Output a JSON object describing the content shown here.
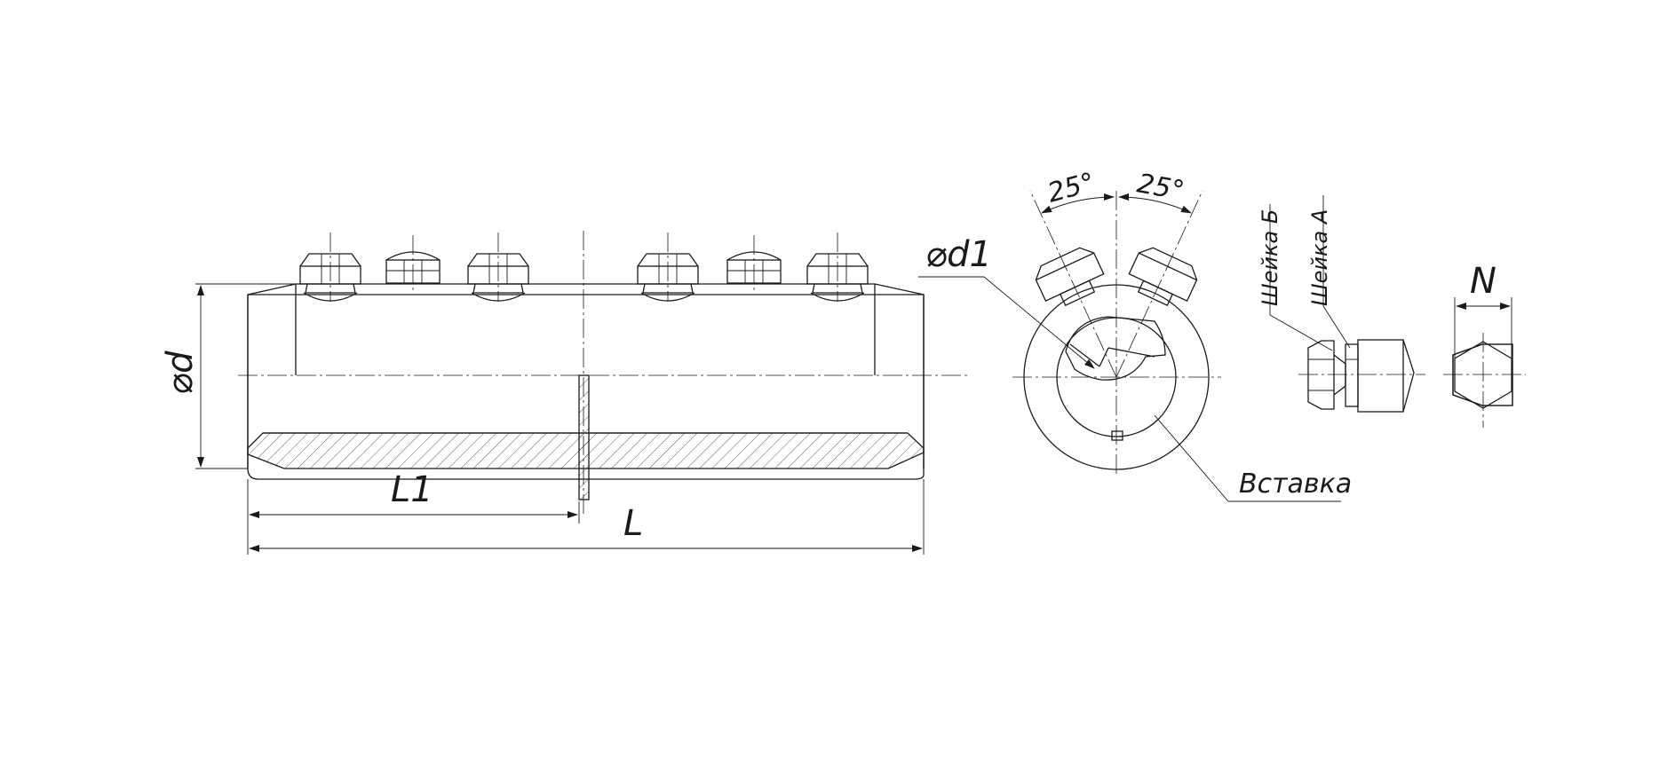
{
  "labels": {
    "dia_d": "⌀d",
    "dia_d1": "⌀d1",
    "l1": "L1",
    "l": "L",
    "angle_left": "25°",
    "angle_right": "25°",
    "neck_b": "Шейка Б",
    "neck_a": "Шейка А",
    "n": "N",
    "insert": "Вставка"
  }
}
